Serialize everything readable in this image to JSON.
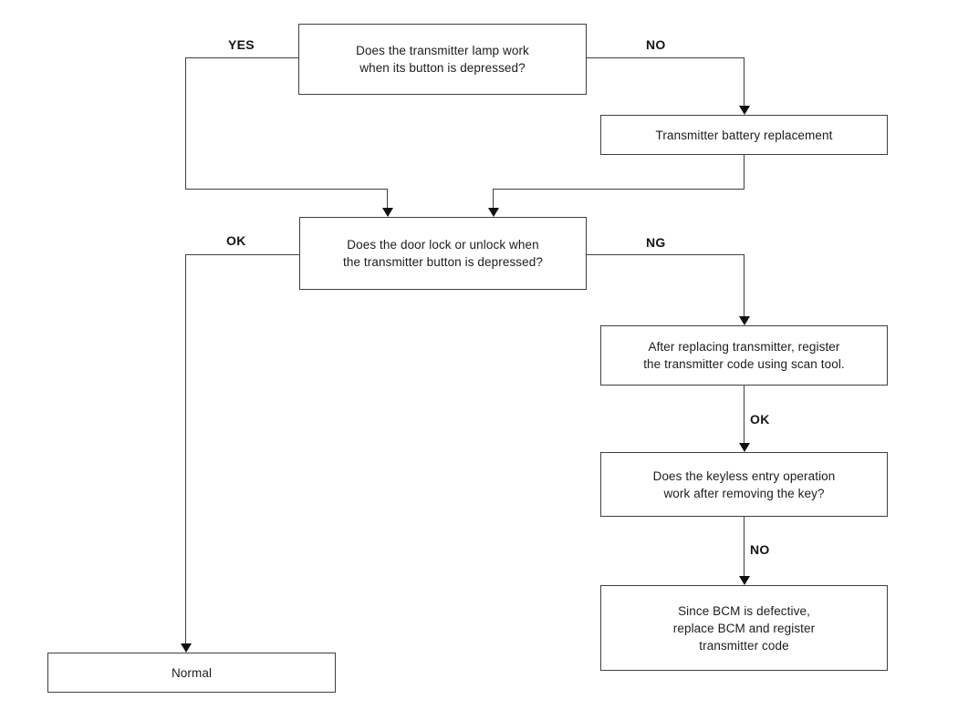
{
  "flowchart": {
    "nodes": [
      {
        "id": "q-lamp",
        "text": "Does the transmitter lamp work\nwhen its button is depressed?"
      },
      {
        "id": "battery",
        "text": "Transmitter battery replacement"
      },
      {
        "id": "q-door",
        "text": "Does the door lock or unlock when\nthe transmitter button is depressed?"
      },
      {
        "id": "register",
        "text": "After replacing transmitter, register\nthe transmitter code using scan tool."
      },
      {
        "id": "q-keyless",
        "text": "Does the keyless entry operation\nwork after removing the key?"
      },
      {
        "id": "bcm",
        "text": "Since BCM is defective,\nreplace BCM and register\ntransmitter code"
      },
      {
        "id": "normal",
        "text": "Normal"
      }
    ],
    "edge_labels": {
      "yes_top": "YES",
      "no_top": "NO",
      "ok_left": "OK",
      "ng_right": "NG",
      "ok_right": "OK",
      "no_right": "NO"
    },
    "colors": {
      "background": "#ffffff",
      "box_fill": "#ffffff",
      "box_border": "#3f3f3f",
      "line": "#3f3f3f",
      "arrow": "#101010",
      "text": "#1c1c1c"
    }
  }
}
